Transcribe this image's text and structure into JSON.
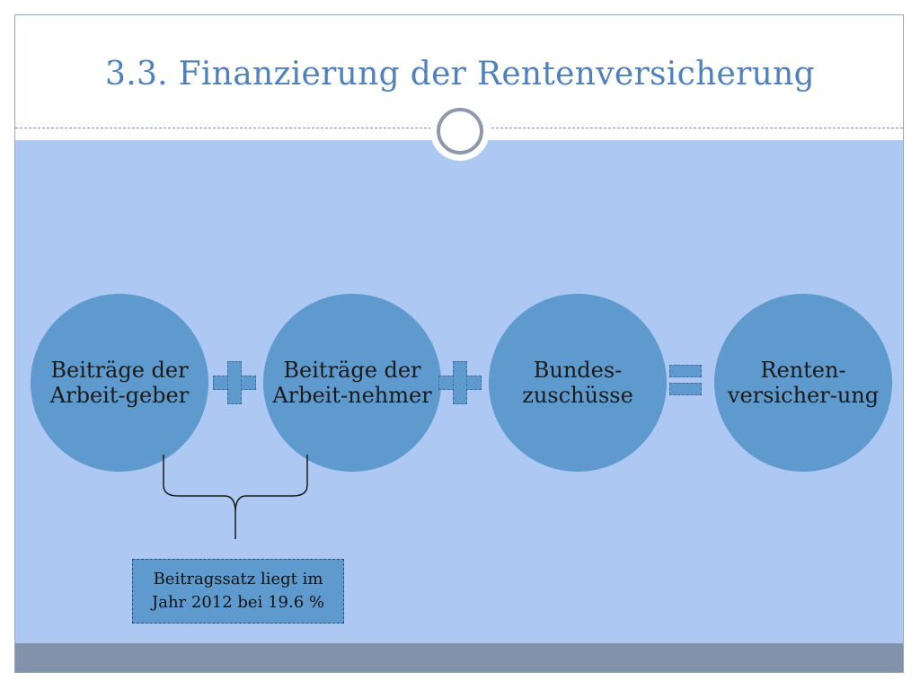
{
  "slide": {
    "title": "3.3. Finanzierung der Rentenversicherung"
  },
  "diagram": {
    "nodes": [
      {
        "id": "arbeitgeber",
        "label": "Beiträge der Arbeit-geber"
      },
      {
        "id": "arbeitnehmer",
        "label": "Beiträge der Arbeit-nehmer"
      },
      {
        "id": "bundeszuschuesse",
        "label": "Bundes-zuschüsse"
      },
      {
        "id": "rentenversicherung",
        "label": "Renten-versicher-ung"
      }
    ],
    "operators": [
      "plus",
      "plus",
      "equals"
    ],
    "note": {
      "text": "Beitragssatz liegt im Jahr 2012 bei 19.6 %",
      "applies_to": [
        "arbeitgeber",
        "arbeitnehmer"
      ]
    }
  },
  "colors": {
    "title": "#4f81bd",
    "background": "#adc9f3",
    "node_fill": "#5e9acd",
    "footer": "#8393ab"
  }
}
